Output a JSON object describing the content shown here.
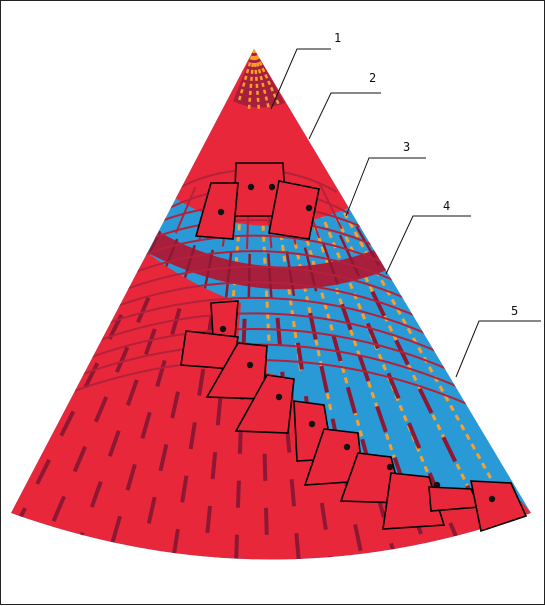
{
  "diagram": {
    "labels": [
      "1",
      "2",
      "3",
      "4",
      "5"
    ],
    "colors": {
      "brick": "#E8283A",
      "brick_dark": "#A81E3D",
      "mortar_line": "#B5213A",
      "fill_blue": "#2A9AD6",
      "dash_orange": "#F5A12B",
      "outline": "#000000",
      "leader": "#111111"
    }
  }
}
